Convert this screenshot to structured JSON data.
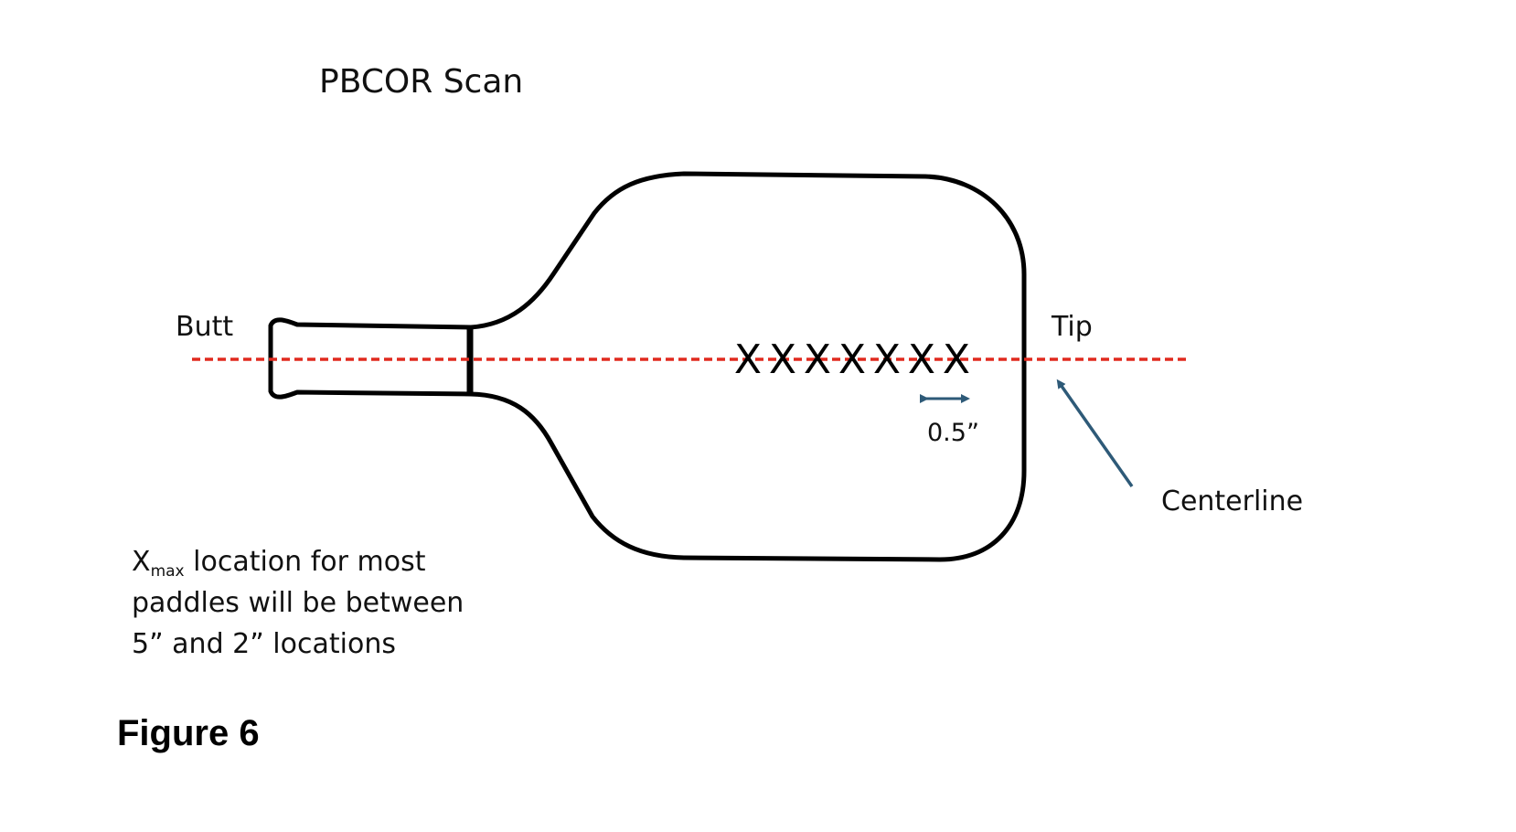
{
  "title": "PBCOR Scan",
  "labels": {
    "butt": "Butt",
    "tip": "Tip",
    "spacing": "0.5”",
    "centerline": "Centerline"
  },
  "note": {
    "x_symbol": "X",
    "x_subscript": "max",
    "line1_rest": " location for most",
    "line2": "paddles will be between",
    "line3": "5” and 2” locations"
  },
  "figure_label": "Figure 6",
  "scan_marks": [
    "X",
    "X",
    "X",
    "X",
    "X",
    "X",
    "X"
  ],
  "colors": {
    "centerline": "#e02a1f",
    "arrow": "#2e5a78",
    "outline": "#000000"
  },
  "icons": {
    "spacing_arrow": "double-headed-arrow",
    "centerline_pointer": "arrow-pointer"
  }
}
